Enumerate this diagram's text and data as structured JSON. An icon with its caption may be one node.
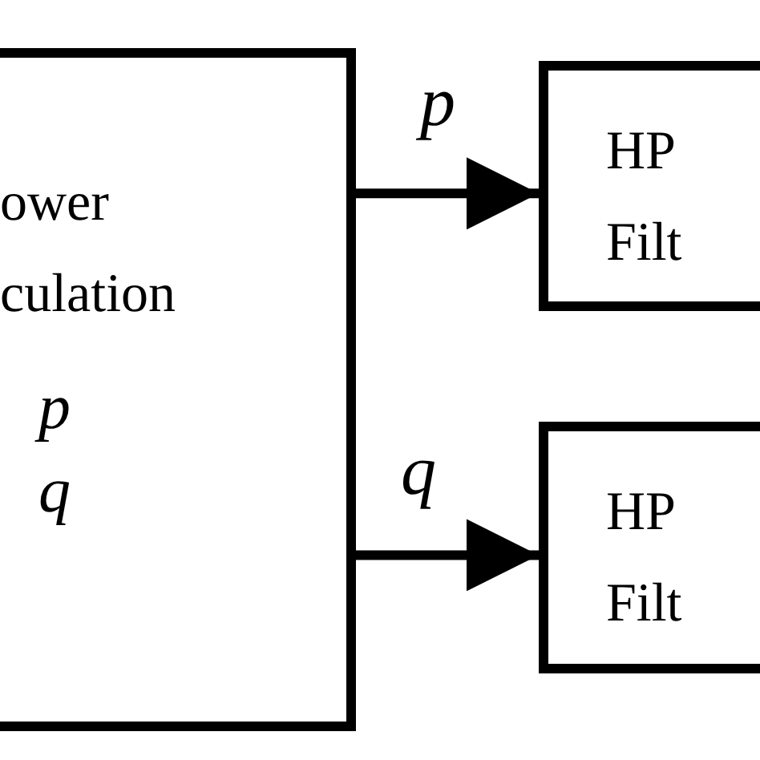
{
  "diagram": {
    "nodes": [
      {
        "text": [
          "ower culation",
          "p",
          "q"
        ]
      },
      {
        "text": [
          "HP Filt"
        ]
      },
      {
        "text": [
          "HP Filt"
        ]
      }
    ],
    "edges": [
      {
        "from": 0,
        "to": 1,
        "arrow": "to",
        "label": "p"
      },
      {
        "from": 0,
        "to": 2,
        "arrow": "to",
        "label": "q"
      }
    ]
  }
}
